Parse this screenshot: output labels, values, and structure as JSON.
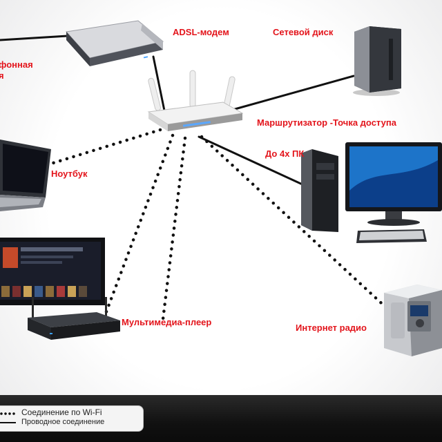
{
  "labels": {
    "adsl_modem": "ADSL-модем",
    "phone_line_1": "фонная",
    "phone_line_2": "я",
    "nas": "Сетевой диск",
    "router": "Маршрутизатор -Точка доступа",
    "laptop": "Ноутбук",
    "pcs": "До 4х ПК",
    "media_player": "Мультимедиа-плеер",
    "internet_radio": "Интернет радио"
  },
  "legend": {
    "wifi": "Соединение по Wi-Fi",
    "wired": "Проводное соединение"
  },
  "colors": {
    "label": "#e3141b",
    "line": "#111111",
    "legend_bar": "#161616"
  },
  "icons": {
    "router": "router-icon",
    "modem": "modem-icon",
    "nas": "nas-icon",
    "laptop": "laptop-icon",
    "pc": "desktop-pc-icon",
    "tv": "tv-icon",
    "media_player": "media-player-icon",
    "radio": "internet-radio-icon"
  }
}
